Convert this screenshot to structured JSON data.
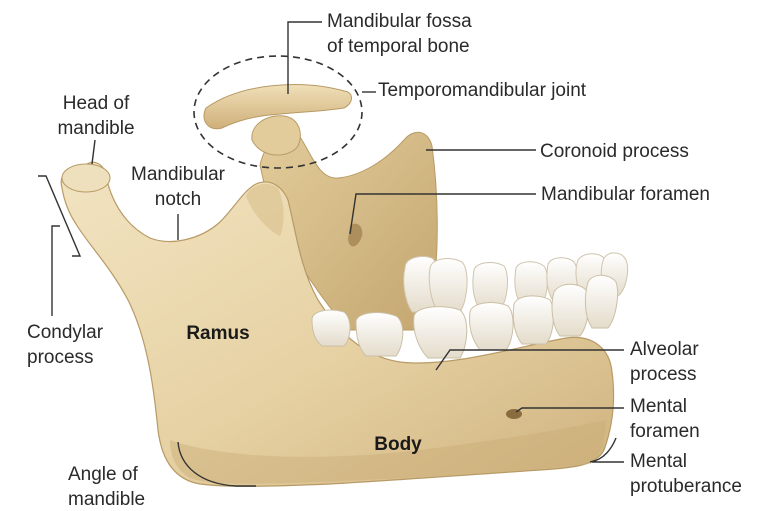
{
  "labels": {
    "mandibular_fossa": {
      "line1": "Mandibular fossa",
      "line2": "of temporal bone"
    },
    "tmj": "Temporomandibular joint",
    "head_of_mandible": {
      "line1": "Head of",
      "line2": "mandible"
    },
    "coronoid_process": "Coronoid process",
    "mandibular_notch": {
      "line1": "Mandibular",
      "line2": "notch"
    },
    "mandibular_foramen": "Mandibular foramen",
    "condylar_process": {
      "line1": "Condylar",
      "line2": "process"
    },
    "ramus": "Ramus",
    "alveolar_process": {
      "line1": "Alveolar",
      "line2": "process"
    },
    "mental_foramen": {
      "line1": "Mental",
      "line2": "foramen"
    },
    "body": "Body",
    "angle_of_mandible": {
      "line1": "Angle of",
      "line2": "mandible"
    },
    "mental_protuberance": {
      "line1": "Mental",
      "line2": "protuberance"
    }
  },
  "colors": {
    "bone": "#e9d6ac",
    "bone_shade": "#c9ac78",
    "tooth": "#f4efe2",
    "leader": "#333333"
  }
}
